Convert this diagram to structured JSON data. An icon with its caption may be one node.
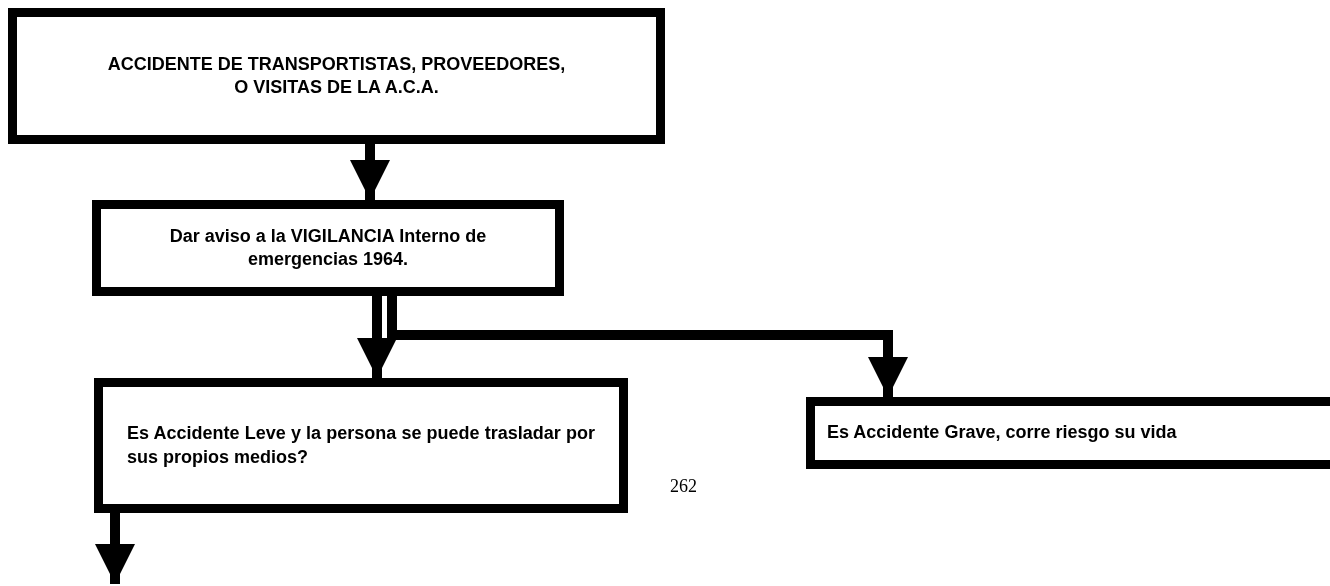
{
  "diagram": {
    "nodes": [
      {
        "text": [
          "ACCIDENTE DE TRANSPORTISTAS, PROVEEDORES,  O VISITAS DE LA A.C.A."
        ]
      },
      {
        "text": [
          "Dar aviso a la VIGILANCIA Interno de emergencias 1964."
        ]
      },
      {
        "text": [
          "Es Accidente Leve y la persona se puede trasladar por sus propios medios?"
        ]
      },
      {
        "text": [
          "Es Accidente Grave, corre riesgo su vida"
        ]
      }
    ],
    "edges": [
      {
        "from": 0,
        "to": 1,
        "arrow": "to"
      },
      {
        "from": 1,
        "to": 2,
        "arrow": "to"
      },
      {
        "from": 1,
        "to": 3,
        "arrow": "to"
      },
      {
        "from": 2,
        "to": null,
        "arrow": "to"
      }
    ],
    "labels": [
      "262"
    ]
  }
}
